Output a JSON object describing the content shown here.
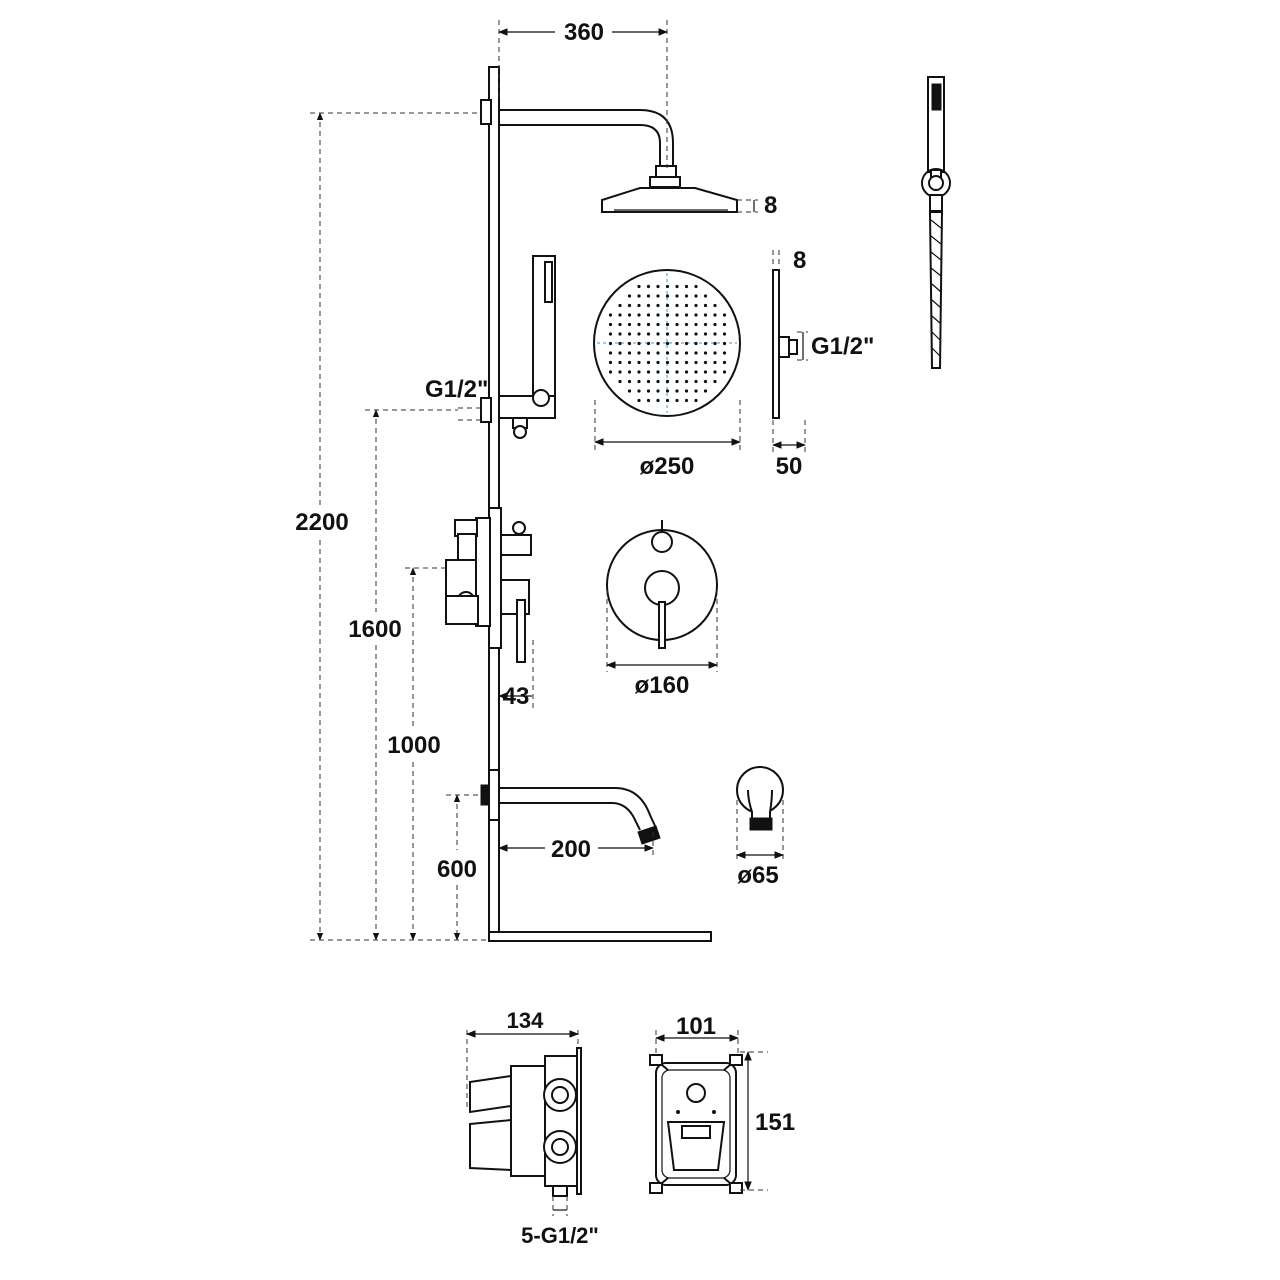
{
  "dimensions": {
    "arm_length": "360",
    "head_thickness_side": "8",
    "head_thickness_profile": "8",
    "head_inlet": "G1/2\"",
    "head_diameter": "ø250",
    "head_depth": "50",
    "holder_inlet": "G1/2\"",
    "total_height": "2200",
    "holder_height": "1600",
    "mixer_height": "1000",
    "mixer_depth": "43",
    "plate_diameter": "ø160",
    "spout_height": "600",
    "spout_length": "200",
    "spout_rosette": "ø65",
    "box_depth": "134",
    "box_inlets": "5-G1/2\"",
    "box_width": "101",
    "box_height": "151"
  }
}
